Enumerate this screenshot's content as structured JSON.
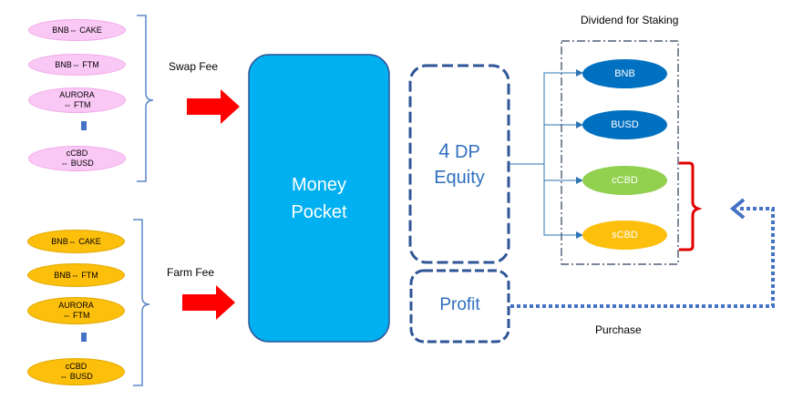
{
  "swap_pairs": [
    "BNB⇔ CAKE",
    "BNB⇔ FTM",
    "AURORA\n⇔ FTM",
    "cCBD\n⇔ BUSD"
  ],
  "farm_pairs": [
    "BNB⇔ CAKE",
    "BNB⇔ FTM",
    "AURORA\n⇔ FTM",
    "cCBD\n⇔ BUSD"
  ],
  "swap_fee_label": "Swap Fee",
  "farm_fee_label": "Farm Fee",
  "money_pocket": {
    "line1": "Money",
    "line2": "Pocket"
  },
  "equity": {
    "number": "4",
    "line1": "DP",
    "line2": "Equity"
  },
  "profit_label": "Profit",
  "dividend_title": "Dividend for Staking",
  "tokens": [
    {
      "label": "BNB",
      "color": "#0070c0"
    },
    {
      "label": "BUSD",
      "color": "#0070c0"
    },
    {
      "label": "cCBD",
      "color": "#92d050"
    },
    {
      "label": "sCBD",
      "color": "#fcbf0c"
    }
  ],
  "purchase_label": "Purchase",
  "colors": {
    "pocket": "#00b0f0",
    "arrow_red": "#ff0000",
    "dash_blue": "#4472c4",
    "bracket_red": "#e00000"
  }
}
